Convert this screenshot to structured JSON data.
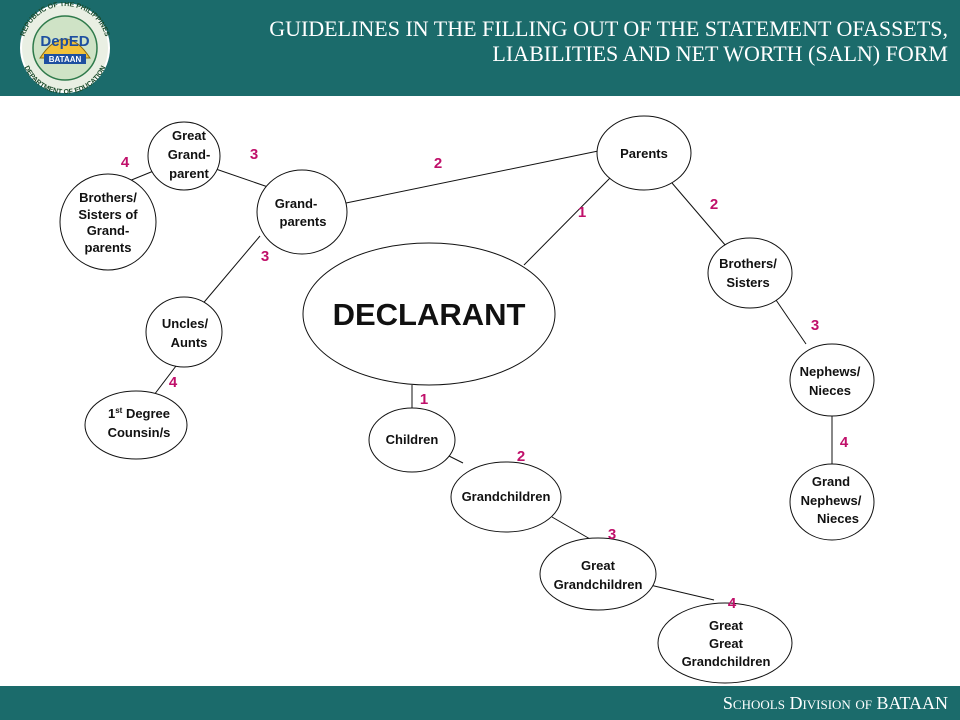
{
  "header": {
    "title_line1": "GUIDELINES IN THE FILLING OUT OF THE STATEMENT OFASSETS,",
    "title_line2": "LIABILITIES AND NET WORTH (SALN) FORM",
    "background": "#1b6b6b"
  },
  "logo": {
    "top_text": "REPUBLIC OF THE PHILIPPINES",
    "bottom_text": "DEPARTMENT OF EDUCATION",
    "brand": "DepED",
    "banner": "BATAAN"
  },
  "footer": {
    "text": "Schools Division of BATAAN"
  },
  "colors": {
    "number": "#c0106a",
    "stroke": "#111111"
  },
  "nodes": {
    "declarant": {
      "lines": [
        "DECLARANT"
      ]
    },
    "parents": {
      "lines": [
        "Parents"
      ]
    },
    "grandparents": {
      "lines": [
        "Grand-",
        "parents"
      ]
    },
    "great_grandparent": {
      "lines": [
        "Great",
        "Grand-",
        "parent"
      ]
    },
    "brothers_sisters_grandparents": {
      "lines": [
        "Brothers/",
        "Sisters of",
        "Grand-",
        "parents"
      ]
    },
    "uncles_aunts": {
      "lines": [
        "Uncles/",
        "Aunts"
      ]
    },
    "first_degree_cousins": {
      "line1_pre": "1",
      "line1_sup": "st",
      "line1_post": " Degree",
      "line2": "Counsin/s"
    },
    "brothers_sisters": {
      "lines": [
        "Brothers/",
        "Sisters"
      ]
    },
    "nephews_nieces": {
      "lines": [
        "Nephews/",
        "Nieces"
      ]
    },
    "grand_nephews_nieces": {
      "lines": [
        "Grand",
        "Nephews/",
        "Nieces"
      ]
    },
    "children": {
      "lines": [
        "Children"
      ]
    },
    "grandchildren": {
      "lines": [
        "Grandchildren"
      ]
    },
    "great_grandchildren": {
      "lines": [
        "Great",
        "Grandchildren"
      ]
    },
    "great_great_grandchildren": {
      "lines": [
        "Great",
        "Great",
        "Grandchildren"
      ]
    }
  },
  "degrees": {
    "declarant_parents": "1",
    "parents_grandparents": "2",
    "grandparents_great_grandparent": "3",
    "great_grandparent_siblings": "4",
    "grandparents_uncles": "3",
    "uncles_cousins": "4",
    "parents_brothers": "2",
    "brothers_nephews": "3",
    "nephews_grand_nephews": "4",
    "declarant_children": "1",
    "children_grandchildren": "2",
    "grandchildren_great": "3",
    "great_great_great": "4"
  }
}
